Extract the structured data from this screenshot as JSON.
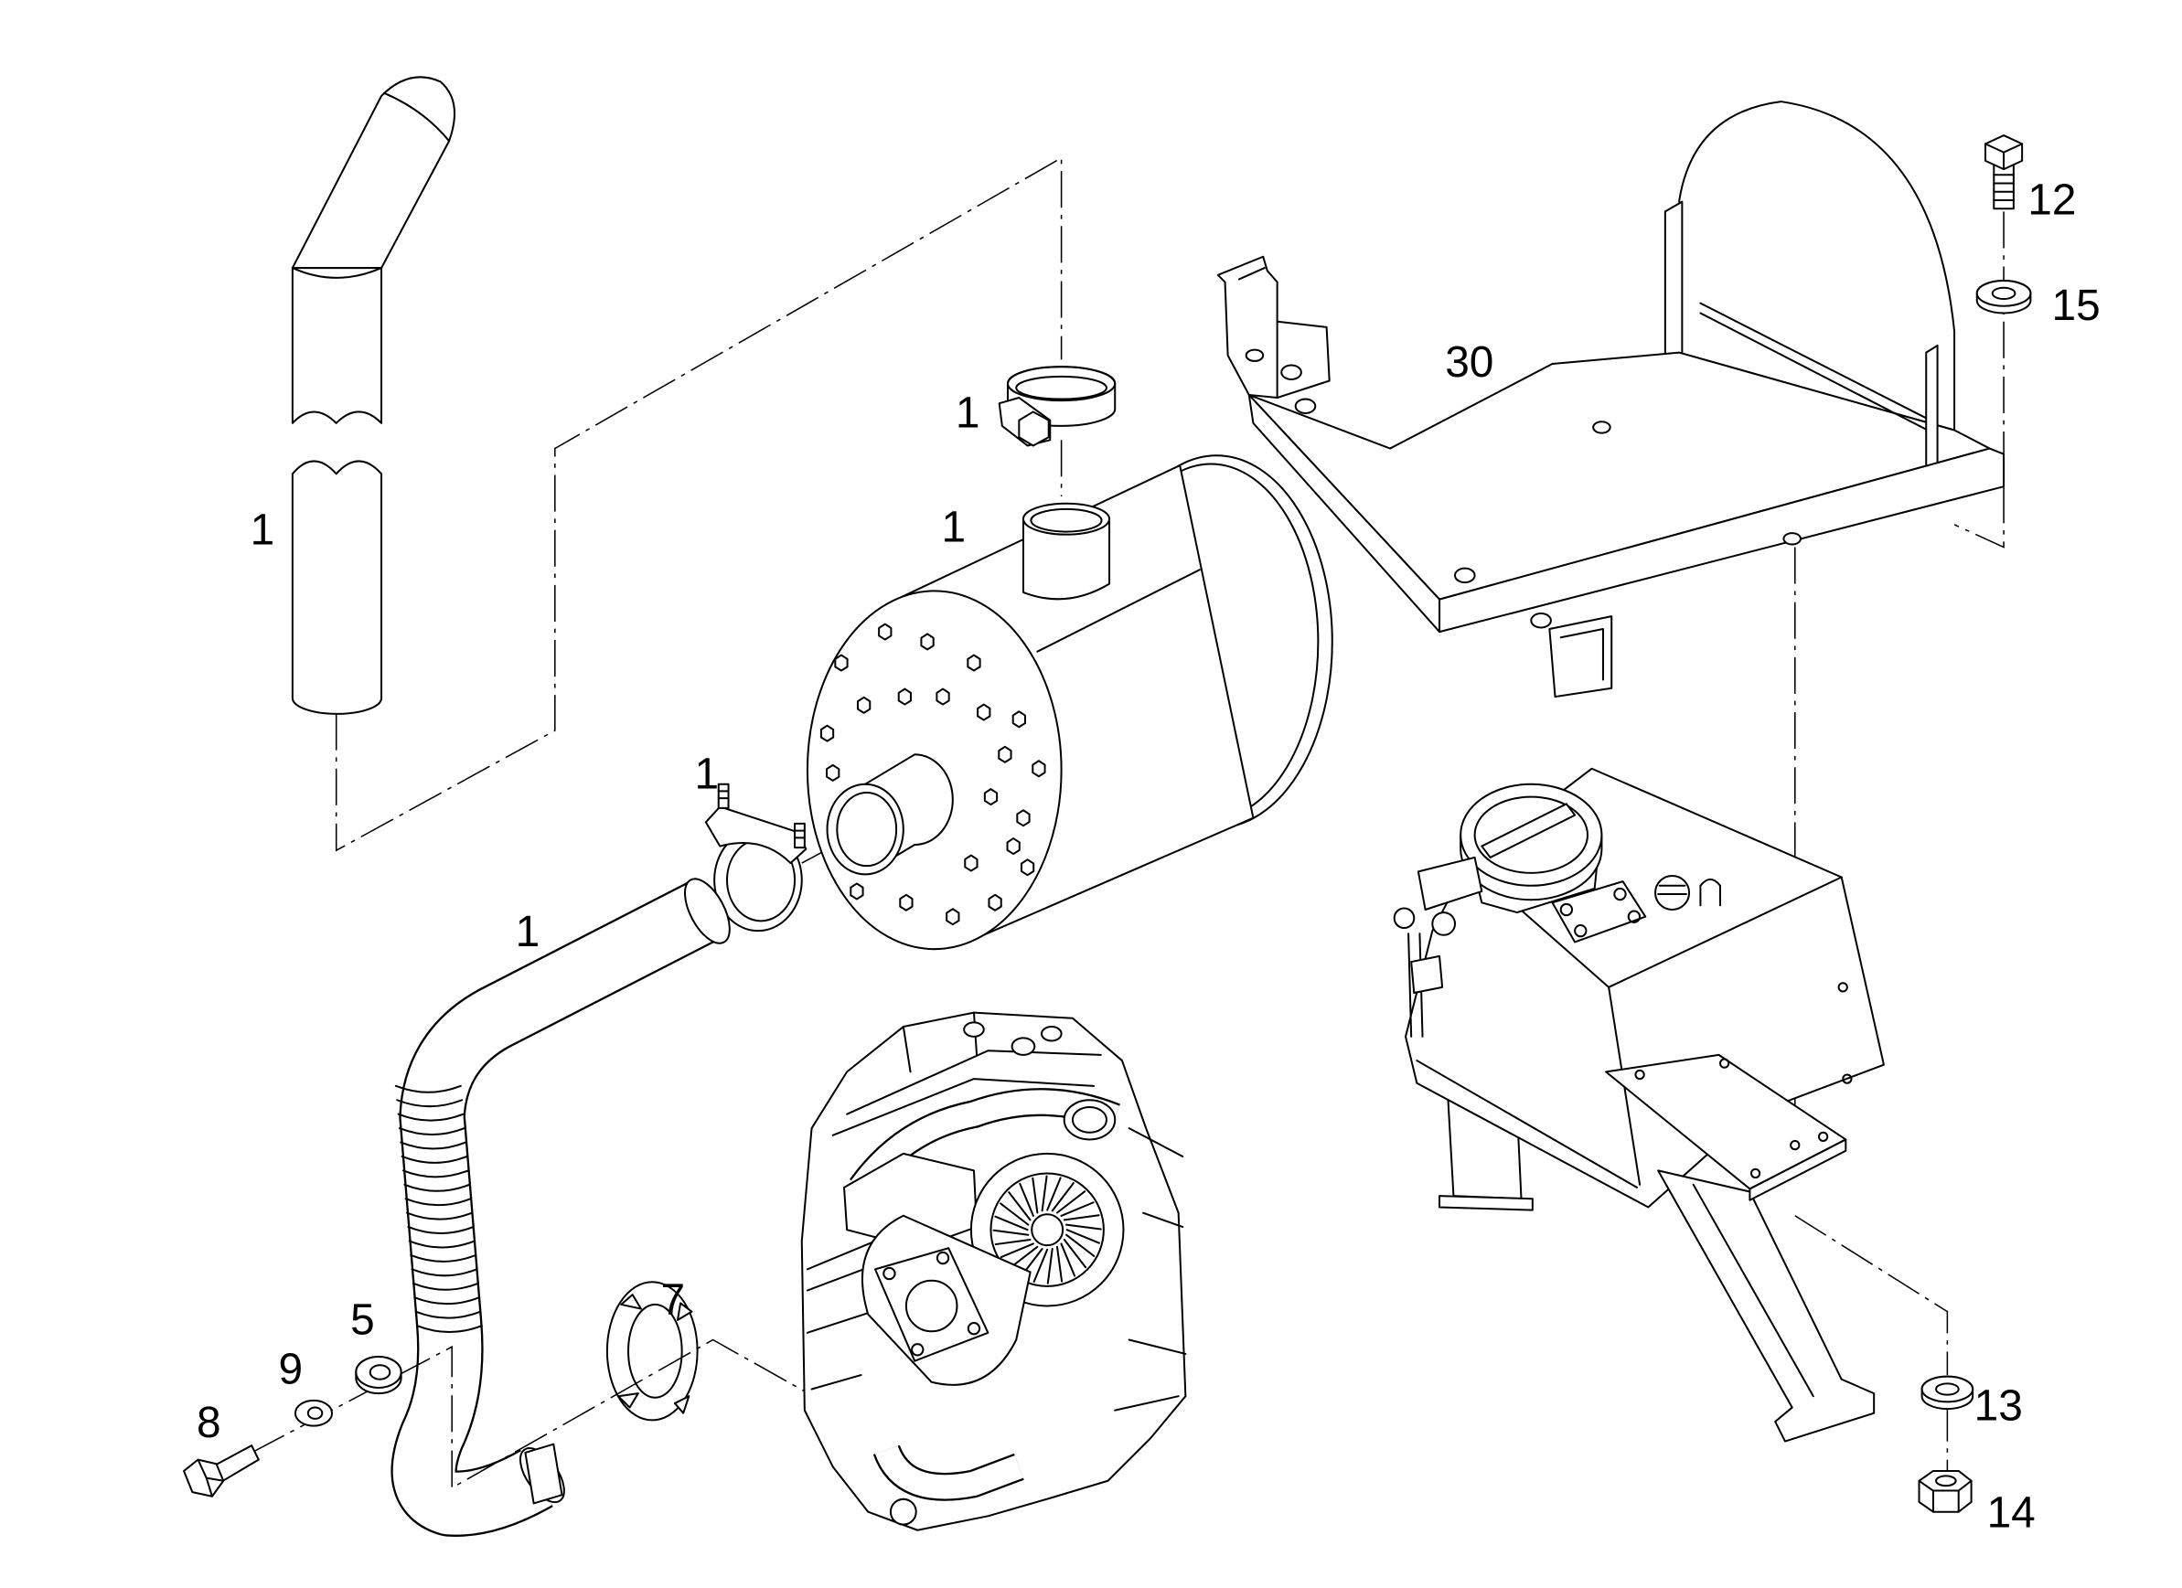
{
  "callouts": {
    "tailpipe": "1",
    "band_clamp": "1",
    "muffler_inlet_pipe": "1",
    "v_clamp": "1",
    "intake_hose": "1",
    "bracket": "30",
    "bolt_top": "12",
    "washer_top": "15",
    "washer_bottom": "13",
    "nut_bottom": "14",
    "washer_large": "5",
    "washer_small": "9",
    "bolt_bottom": "8",
    "gasket": "7"
  },
  "colors": {
    "line": "#000000",
    "background": "#ffffff"
  }
}
